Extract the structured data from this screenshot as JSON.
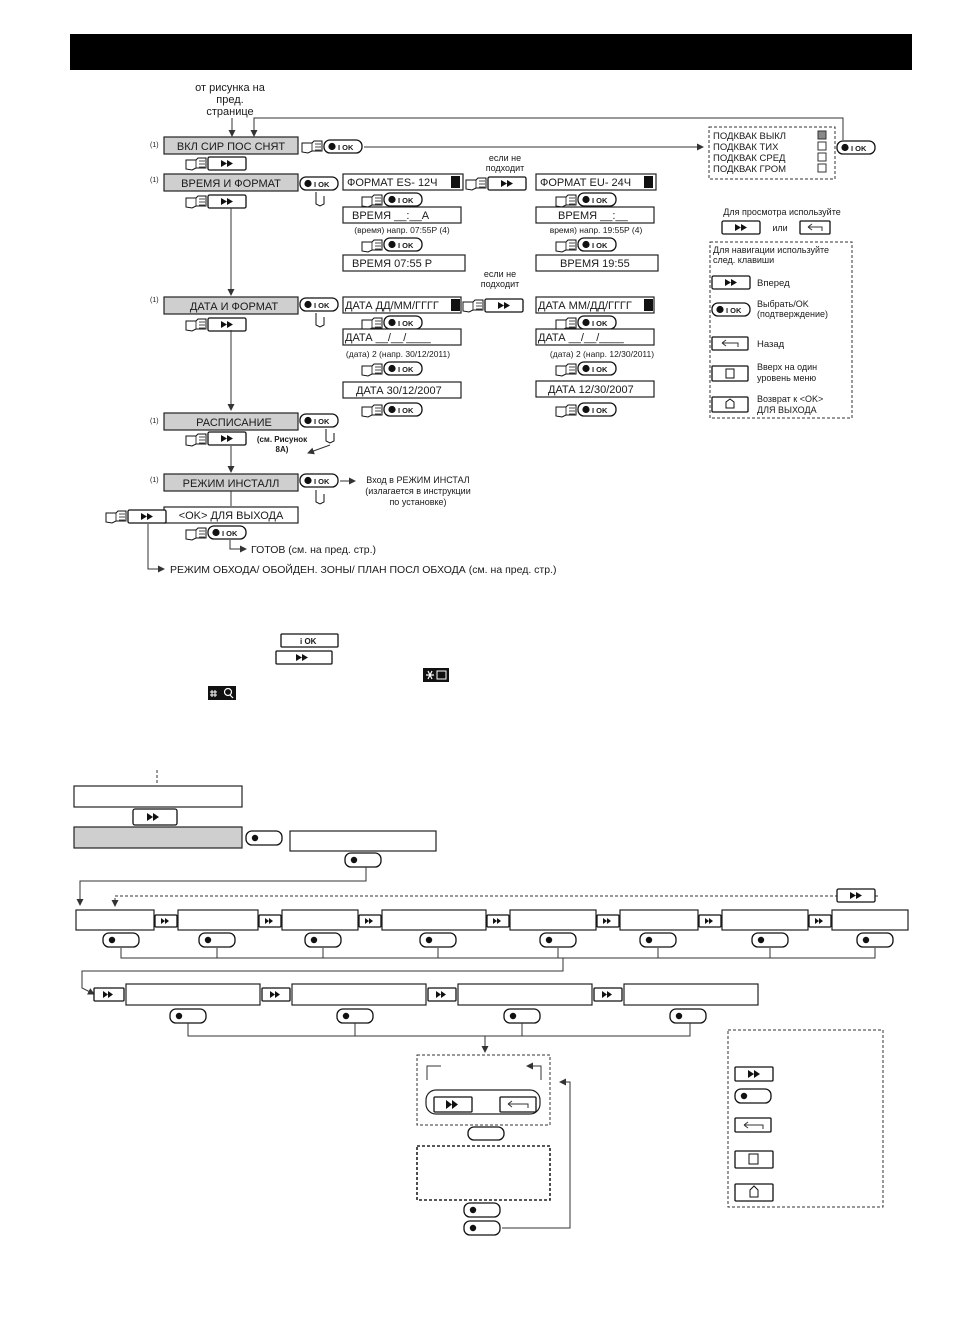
{
  "top": {
    "from_prev": [
      "от рисунка на",
      "пред.",
      "странице"
    ],
    "menus": {
      "siren": "ВКЛ СИР ПОС СНЯТ",
      "time_format": "ВРЕМЯ И ФОРМАТ",
      "date_format": "ДАТА И ФОРМАТ",
      "schedule": "РАСПИСАНИЕ",
      "installer": "РЕЖИМ ИНСТАЛЛ",
      "exit": "<OK> ДЛЯ ВЫХОДА"
    },
    "note_mark": "(1)",
    "ok_label": "i OK",
    "squawk": [
      "ПОДКВАК ВЫКЛ",
      "ПОДКВАК ТИХ",
      "ПОДКВАК СРЕД",
      "ПОДКВАК ГРОМ"
    ],
    "time": {
      "if_not": [
        "если не",
        "подходит"
      ],
      "es_format": "ФОРМАТ ES- 12Ч",
      "eu_format": "ФОРМАТ EU- 24Ч",
      "es_entry": "ВРЕМЯ __:__A",
      "eu_entry": "ВРЕМЯ __:__",
      "es_example": "(время) напр. 07:55P (4)",
      "eu_example": "время) напр. 19:55P (4)",
      "es_result": "ВРЕМЯ  07:55 P",
      "eu_result": "ВРЕМЯ  19:55"
    },
    "date": {
      "if_not": [
        "если не",
        "подходит"
      ],
      "dd_format": "ДАТА ДД/ММ/ГГГГ",
      "mm_format": "ДАТА ММ/ДД/ГГГГ",
      "dd_entry": "ДАТА __/__/____",
      "mm_entry": "ДАТА __/__/____",
      "dd_example": "(дата) 2 (напр. 30/12/2011)",
      "mm_example": "(дата) 2 (напр. 12/30/2011)",
      "dd_result": "ДАТА 30/12/2007",
      "mm_result": "ДАТА 12/30/2007"
    },
    "schedule_ref": [
      "(см. Рисунок",
      "8A)"
    ],
    "installer_note": [
      "Вход в РЕЖИМ ИНСТАЛ",
      "(излагается в инструкции",
      "по установке)"
    ],
    "ready": "ГОТОВ (см. на пред. стр.)",
    "bypass": "РЕЖИМ ОБХОДА/ ОБОЙДЕН. ЗОНЫ/ ПЛАН ПОСЛ ОБХОДА (см. на пред. стр.)",
    "view_hint": "Для просмотра используйте",
    "or": "или",
    "legend": {
      "title": [
        "Для навигации используйте",
        "след. клавиши"
      ],
      "forward": "Вперед",
      "ok": [
        "Выбрать/OK",
        "(подтверждение)"
      ],
      "back": "Назад",
      "up": [
        "Вверх на один",
        "уровень меню"
      ],
      "home": [
        "Возврат к  <OK>",
        "ДЛЯ ВЫХОДА"
      ]
    }
  },
  "colors": {
    "banner": "#000000",
    "highlight": "#cfcfcf"
  }
}
